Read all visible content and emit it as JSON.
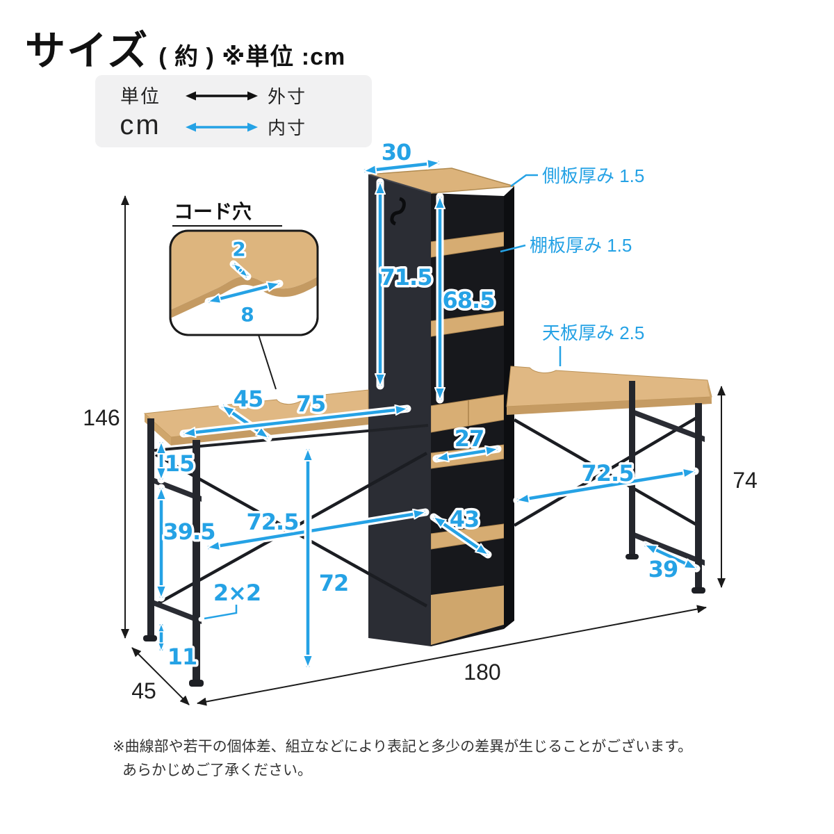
{
  "header": {
    "title": "サイズ",
    "title_note": "( 約 ) ※単位 :cm"
  },
  "legend": {
    "unit_label": "単位",
    "unit_value": "cm",
    "outer_label": "外寸",
    "inner_label": "内寸"
  },
  "callout": {
    "title": "コード穴",
    "hole_depth": "2",
    "hole_width": "8"
  },
  "labels": {
    "side_panel_thickness": "側板厚み 1.5",
    "shelf_thickness": "棚板厚み 1.5",
    "top_panel_thickness": "天板厚み 2.5"
  },
  "dimensions": {
    "tower_top_width": "30",
    "tower_height_above_desk": "71.5",
    "tower_inner_height": "68.5",
    "total_height": "146",
    "desk_surface_depth": "45",
    "left_desk_width": "75",
    "apron_gap": "15",
    "leg_lower_span": "39.5",
    "left_leg_inner_width": "72.5",
    "under_desk_clearance": "72",
    "leg_cross_section": "2×2",
    "foot_clearance": "11",
    "outer_depth": "45",
    "total_width": "180",
    "shelf_inner_width": "27",
    "shelf_inner_depth": "43",
    "right_leg_inner_width": "72.5",
    "right_leg_inner_depth": "39",
    "desk_height": "74"
  },
  "footnote": {
    "line1": "※曲線部や若干の個体差、組立などにより表記と多少の差異が生じることがございます。",
    "line2": "あらかじめご了承ください。"
  },
  "colors": {
    "dimension_blue": "#25a2e5",
    "wood": "#ddb57e",
    "frame_black": "#26282e"
  }
}
